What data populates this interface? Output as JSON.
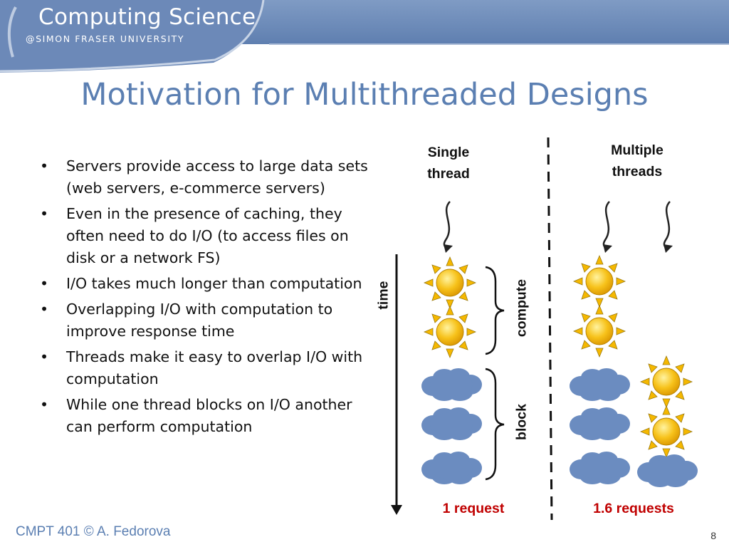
{
  "header": {
    "brand_title": "Computing Science",
    "brand_subtitle": "@SIMON FRASER UNIVERSITY"
  },
  "slide": {
    "title": "Motivation for Multithreaded Designs",
    "bullet_marker": "•",
    "bullets": [
      "Servers provide access to large data sets (web servers, e-commerce servers)",
      "Even in the presence of caching, they often need to do I/O (to access files on disk or a network FS)",
      "I/O takes much longer than computation",
      "Overlapping I/O with computation to improve response time",
      "Threads make it easy to overlap I/O with computation",
      "While one thread blocks on I/O another can perform computation"
    ]
  },
  "diagram": {
    "single_label_line1": "Single",
    "single_label_line2": "thread",
    "multi_label_line1": "Multiple",
    "multi_label_line2": "threads",
    "time_label": "time",
    "compute_label": "compute",
    "block_label": "block",
    "single_result": "1 request",
    "multi_result": "1.6 requests",
    "colors": {
      "result": "#c00000",
      "cloud": "#6b8cc0",
      "sun": "#f5b800"
    }
  },
  "footer": {
    "course": "CMPT 401 © A. Fedorova",
    "page_number": "8"
  }
}
